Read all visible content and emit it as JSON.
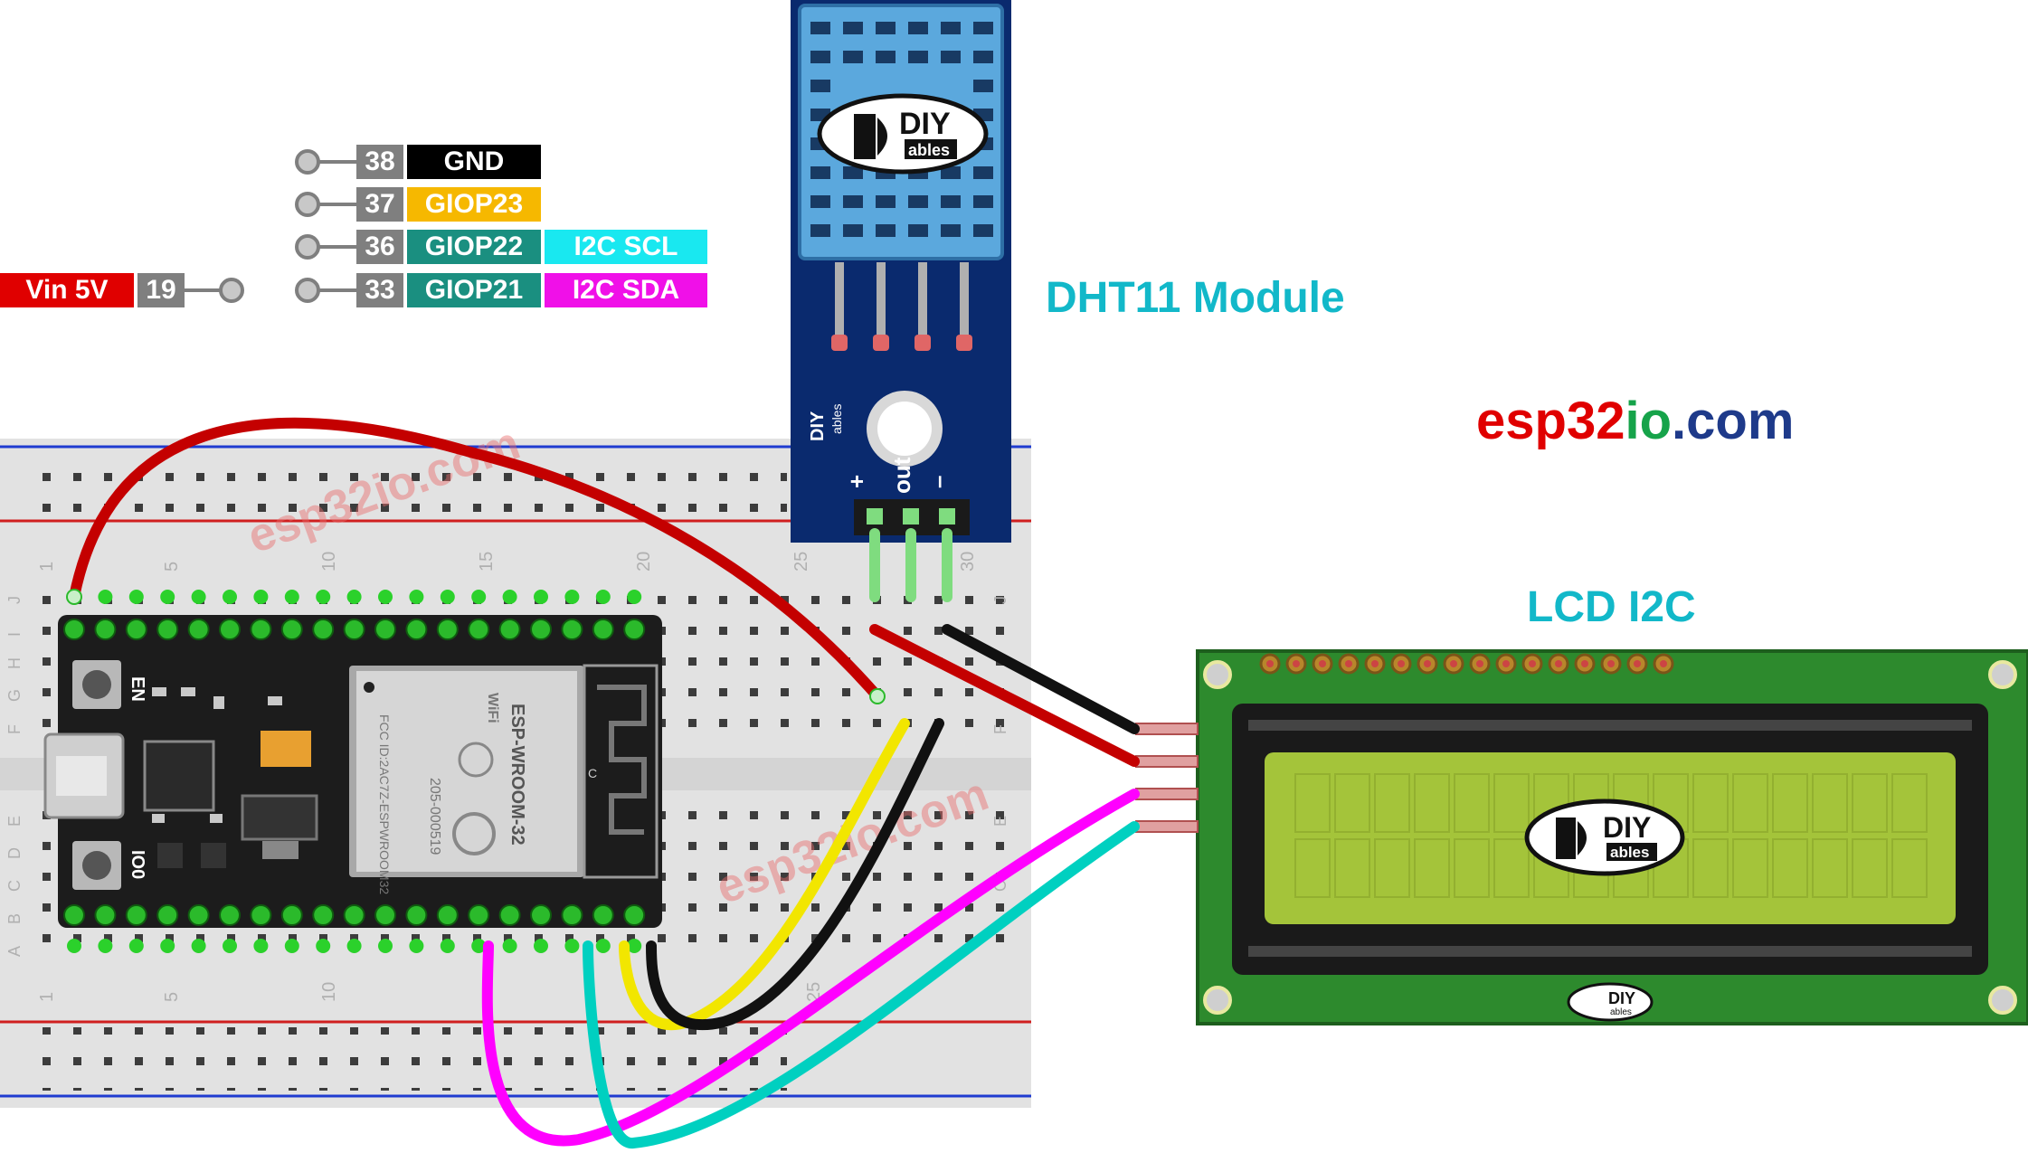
{
  "title": "",
  "colors": {
    "red_wire": "#c40000",
    "black_wire": "#111111",
    "yellow_wire": "#f2e600",
    "magenta_wire": "#ff00ff",
    "cyan_wire": "#00d0c0",
    "green_wire": "#7fdc7f",
    "esp_board": "#1c1c1c",
    "dht_board": "#0a2a6e",
    "dht_sensor": "#5ba8dd",
    "lcd_board": "#2d8a2d",
    "lcd_screen": "#a4c43a",
    "accent_teal": "#12b8c9"
  },
  "pinout": {
    "rows": [
      {
        "number": "38",
        "name": "GND",
        "name_bg": "#000000",
        "name_fg": "#ffffff",
        "func": "",
        "func_bg": ""
      },
      {
        "number": "37",
        "name": "GIOP23",
        "name_bg": "#f6b800",
        "name_fg": "#ffffff",
        "func": "",
        "func_bg": ""
      },
      {
        "number": "36",
        "name": "GIOP22",
        "name_bg": "#1a8f80",
        "name_fg": "#ffffff",
        "func": "I2C SCL",
        "func_bg": "#19e8f0"
      },
      {
        "number": "33",
        "name": "GIOP21",
        "name_bg": "#1a8f80",
        "name_fg": "#ffffff",
        "func": "I2C SDA",
        "func_bg": "#f010e8"
      }
    ],
    "vin": {
      "label": "Vin 5V",
      "number": "19"
    }
  },
  "labels": {
    "dht_module": "DHT11 Module",
    "lcd_module": "LCD I2C"
  },
  "brand": {
    "part1": "esp32",
    "part2": "io",
    "part3": ".com",
    "color1": "#e00000",
    "color2": "#16a34a",
    "color3": "#1e3a8a"
  },
  "watermark": "esp32io.com",
  "logo": {
    "diy": "DIY",
    "ables": "ables"
  },
  "esp_board": {
    "en": "EN",
    "io0": "IO0",
    "module_text": "ESP-WROOM-32",
    "wifi": "WiFi",
    "fcc": "FCC ID:2AC7Z-ESPWROOM32",
    "cert": "205-000519",
    "c": "C"
  },
  "dht_pins": {
    "plus": "+",
    "out": "out",
    "minus": "–"
  },
  "breadboard": {
    "col_numbers": [
      "1",
      "5",
      "10",
      "15",
      "20",
      "25",
      "30"
    ],
    "rows_top": [
      "J",
      "I",
      "H",
      "G",
      "F"
    ],
    "rows_bottom": [
      "E",
      "D",
      "C",
      "B",
      "A"
    ]
  }
}
